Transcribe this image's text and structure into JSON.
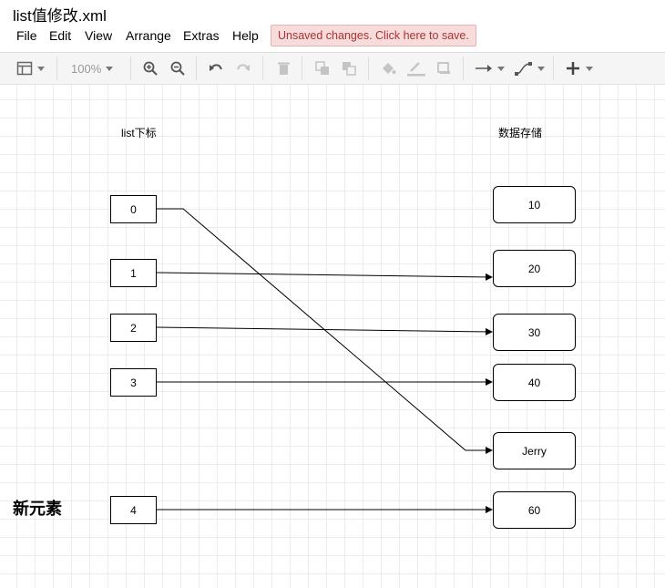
{
  "title": "list值修改.xml",
  "menu": [
    "File",
    "Edit",
    "View",
    "Arrange",
    "Extras",
    "Help"
  ],
  "unsaved_notice": "Unsaved changes. Click here to save.",
  "toolbar": {
    "zoom": "100%",
    "icons": [
      "view-icon",
      "zoom-in-icon",
      "zoom-out-icon",
      "undo-icon",
      "redo-icon",
      "delete-icon",
      "to-front-icon",
      "to-back-icon",
      "fill-color-icon",
      "line-color-icon",
      "shadow-icon",
      "connection-icon",
      "waypoints-icon",
      "insert-icon"
    ]
  },
  "diagram": {
    "left_header": "list下标",
    "right_header": "数据存储",
    "new_element_label": "新元素",
    "indices": [
      "0",
      "1",
      "2",
      "3",
      "4"
    ],
    "values": [
      "10",
      "20",
      "30",
      "40",
      "Jerry",
      "60"
    ],
    "edges": [
      {
        "from": "0",
        "to": "Jerry"
      },
      {
        "from": "1",
        "to": "20"
      },
      {
        "from": "2",
        "to": "30"
      },
      {
        "from": "3",
        "to": "40"
      },
      {
        "from": "4",
        "to": "60"
      }
    ]
  }
}
